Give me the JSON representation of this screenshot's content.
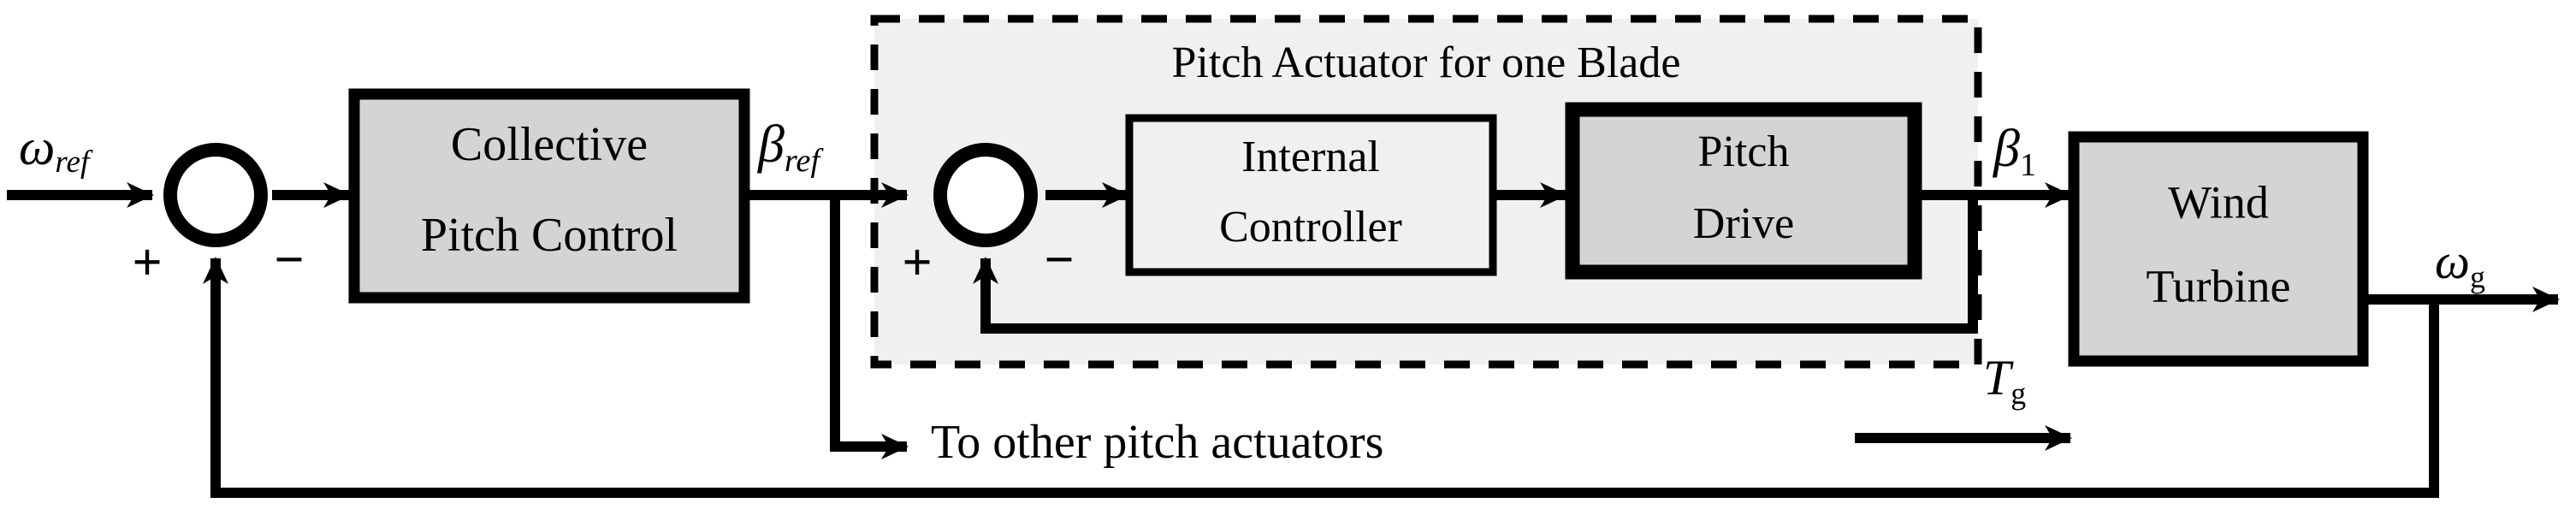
{
  "diagram": {
    "title": "Wind turbine collective pitch control block diagram",
    "colors": {
      "line": "#000000",
      "block_fill_grey": "#d4d4d4",
      "group_fill": "#f0f0f0",
      "inner_block_fill": "#f0f0f0",
      "background": "#ffffff"
    },
    "blocks": [
      {
        "id": "collective_pitch_control",
        "label_line1": "Collective",
        "label_line2": "Pitch Control"
      },
      {
        "id": "internal_controller",
        "label_line1": "Internal",
        "label_line2": "Controller"
      },
      {
        "id": "pitch_drive",
        "label_line1": "Pitch",
        "label_line2": "Drive"
      },
      {
        "id": "wind_turbine",
        "label_line1": "Wind",
        "label_line2": "Turbine"
      }
    ],
    "group": {
      "id": "pitch_actuator_group",
      "title": "Pitch Actuator for one Blade"
    },
    "signals": [
      {
        "id": "omega_ref",
        "base": "ω",
        "sub": "ref",
        "sub_style": "italic"
      },
      {
        "id": "beta_ref",
        "base": "β",
        "sub": "ref",
        "sub_style": "italic"
      },
      {
        "id": "beta_1",
        "base": "β",
        "sub": "1",
        "sub_style": "upright"
      },
      {
        "id": "torque_g",
        "base": "T",
        "sub": "g",
        "sub_style": "upright"
      },
      {
        "id": "omega_g",
        "base": "ω",
        "sub": "g",
        "sub_style": "upright"
      }
    ],
    "summing_junctions": [
      {
        "id": "outer-sum",
        "plus": "+",
        "minus": "−"
      },
      {
        "id": "inner-sum",
        "plus": "+",
        "minus": "−"
      }
    ],
    "annotations": [
      {
        "id": "other_actuators_note",
        "text": "To other pitch actuators"
      }
    ]
  }
}
